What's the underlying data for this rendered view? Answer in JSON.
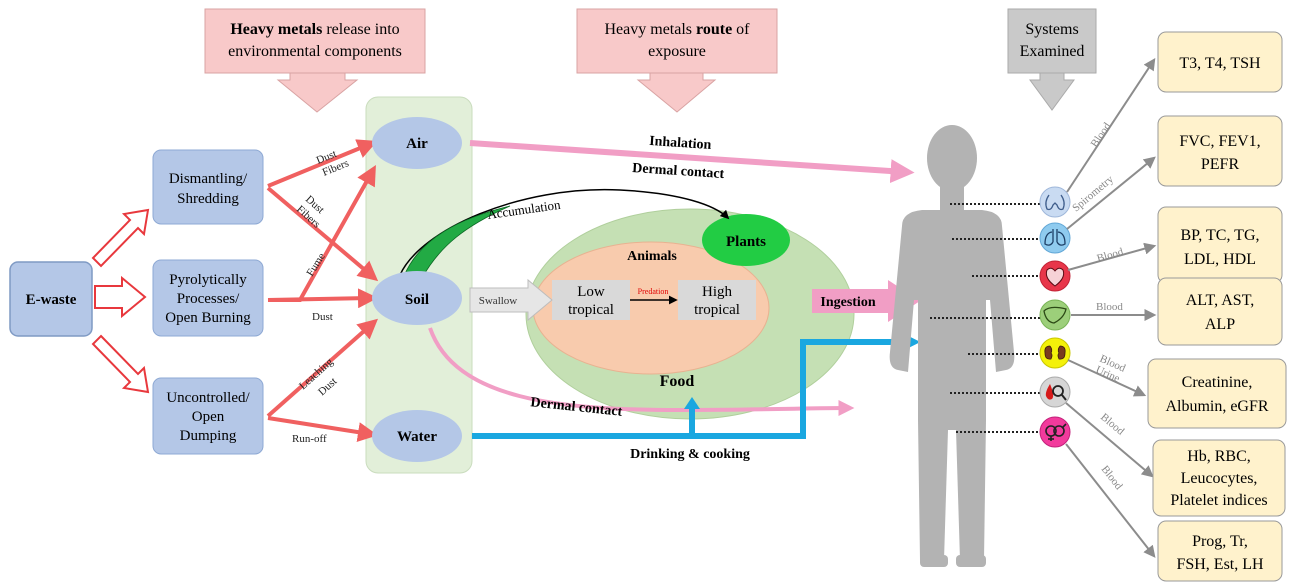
{
  "headers": {
    "release": {
      "bold": "Heavy metals",
      "rest": " release into",
      "line2": "environmental components"
    },
    "route": {
      "pre": "Heavy metals ",
      "bold": "route",
      "post": " of",
      "line2": "exposure"
    },
    "systems": {
      "line1": "Systems",
      "line2": "Examined"
    }
  },
  "source": {
    "label": "E-waste"
  },
  "processes": {
    "dismantling": {
      "line1": "Dismantling/",
      "line2": "Shredding"
    },
    "pyrolytic": {
      "line1": "Pyrolytically",
      "line2": "Processes/",
      "line3": "Open Burning"
    },
    "dumping": {
      "line1": "Uncontrolled/",
      "line2": "Open",
      "line3": "Dumping"
    }
  },
  "emissions": {
    "dust_fibers_top": {
      "a": "Dust",
      "b": "Fibers"
    },
    "dust_fibers_mid": {
      "a": "Dust",
      "b": "Fibers"
    },
    "fume": "Fume",
    "dust": "Dust",
    "leaching": "Leaching",
    "leaching_dust": "Dust",
    "runoff": "Run-off"
  },
  "compartments": {
    "air": "Air",
    "soil": "Soil",
    "water": "Water"
  },
  "routes": {
    "inhalation": "Inhalation",
    "dermal_top": "Dermal contact",
    "accumulation": "Accumulation",
    "swallow": "Swallow",
    "ingestion": "Ingestion",
    "dermal_bottom": "Dermal contact",
    "drinking": "Drinking & cooking"
  },
  "food": {
    "title": "Food",
    "plants": "Plants",
    "animals": "Animals",
    "low": {
      "line1": "Low",
      "line2": "tropical"
    },
    "high": {
      "line1": "High",
      "line2": "tropical"
    },
    "predation": "Predation"
  },
  "tests": {
    "thyroid": {
      "line1": "T3, T4, TSH"
    },
    "lung": {
      "line1": "FVC, FEV1,",
      "line2": "PEFR"
    },
    "heart": {
      "line1": "BP, TC, TG,",
      "line2": "LDL, HDL"
    },
    "liver": {
      "line1": "ALT, AST,",
      "line2": "ALP"
    },
    "kidney": {
      "line1": "Creatinine,",
      "line2": "Albumin, eGFR"
    },
    "blood": {
      "line1": "Hb, RBC,",
      "line2": "Leucocytes,",
      "line3": "Platelet indices"
    },
    "repro": {
      "line1": "Prog, Tr,",
      "line2": "FSH, Est, LH"
    }
  },
  "connectors": {
    "thyroid": "Blood",
    "lung": "Spirometry",
    "heart": "Blood",
    "liver": "Blood",
    "kidney_a": "Blood",
    "kidney_b": "Urine",
    "blood": "Blood",
    "repro": "Blood"
  },
  "icons": {
    "thyroid": "thyroid-icon",
    "lung": "lungs-icon",
    "heart": "heart-icon",
    "liver": "liver-icon",
    "kidney": "kidney-icon",
    "blood": "blood-drop-magnifier-icon",
    "repro": "gender-symbol-icon"
  },
  "colors": {
    "process_fill": "#b4c7e7",
    "header_pink": "#f8c9c9",
    "header_gray": "#c9c9c9",
    "test_fill": "#fff2cc",
    "red_arrow": "#f06060",
    "pink_arrow": "#f19ec5",
    "blue_arrow": "#1aa7e0",
    "food_green": "#c5e0b4",
    "animals_peach": "#f8cbad",
    "plants_green": "#22cc44",
    "env_panel": "#e2efd9",
    "silhouette": "#b3b3b3"
  }
}
